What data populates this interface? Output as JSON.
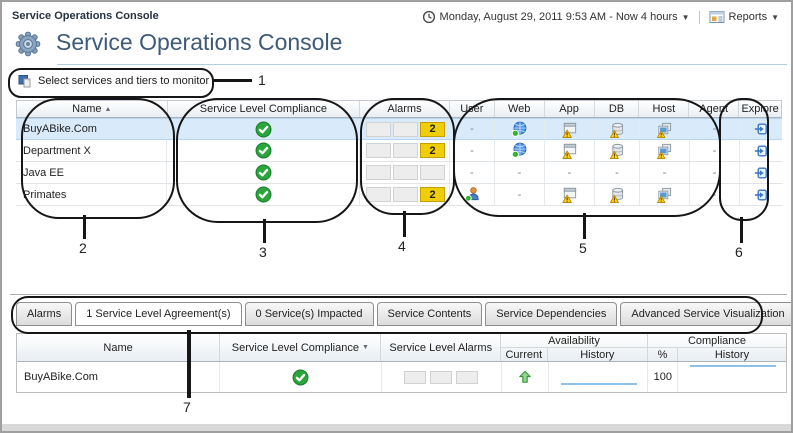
{
  "page": {
    "breadcrumb": "Service Operations Console",
    "title": "Service Operations Console"
  },
  "topbar": {
    "time_range": "Monday, August 29, 2011 9:53 AM - Now 4 hours",
    "reports": "Reports"
  },
  "toolbar": {
    "select_services": "Select services and tiers to monitor"
  },
  "services_table": {
    "headers": {
      "name": "Name",
      "compliance": "Service Level Compliance",
      "alarms": "Alarms",
      "user": "User",
      "web": "Web",
      "app": "App",
      "db": "DB",
      "host": "Host",
      "agent": "Agent",
      "explore": "Explore"
    },
    "rows": [
      {
        "name": "BuyABike.Com",
        "alarm_count": "2",
        "user": "-",
        "agent": "-",
        "selected": true
      },
      {
        "name": "Department X",
        "alarm_count": "2",
        "user": "-",
        "agent": "-"
      },
      {
        "name": "Java EE",
        "user": "-",
        "web": "-",
        "app": "-",
        "db": "-",
        "host": "-",
        "agent": "-"
      },
      {
        "name": "Primates",
        "alarm_count": "2",
        "web": "-",
        "agent": "-"
      }
    ]
  },
  "callouts": {
    "c1": "1",
    "c2": "2",
    "c3": "3",
    "c4": "4",
    "c5": "5",
    "c6": "6",
    "c7": "7"
  },
  "tabs": [
    {
      "label": "Alarms"
    },
    {
      "label": "1 Service Level Agreement(s)",
      "active": true
    },
    {
      "label": "0 Service(s) Impacted"
    },
    {
      "label": "Service Contents"
    },
    {
      "label": "Service Dependencies"
    },
    {
      "label": "Advanced Service Visualization"
    }
  ],
  "sla_table": {
    "headers": {
      "name": "Name",
      "compliance": "Service Level Compliance",
      "alarms": "Service Level Alarms",
      "availability": "Availability",
      "current": "Current",
      "history": "History",
      "percent": "%",
      "compliance_group": "Compliance",
      "compliance_history": "History"
    },
    "row": {
      "name": "BuyABike.Com",
      "availability_percent": "100"
    }
  },
  "colors": {
    "alarm_yellow": "#f0cd05",
    "compliance_green": "#2aa63c",
    "selected_row": "#d9ebfb",
    "sparkline_blue": "#8fc2ea",
    "explore_blue": "#3a76c4",
    "title_slate": "#3e5a76"
  }
}
